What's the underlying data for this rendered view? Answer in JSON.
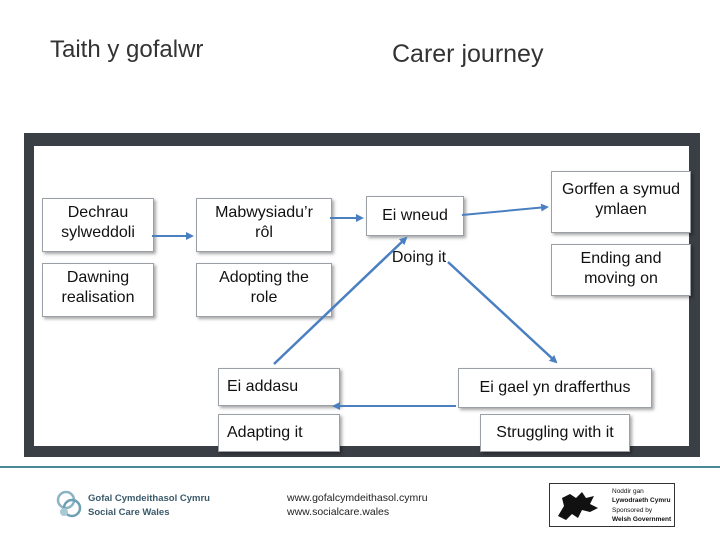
{
  "header": {
    "title_welsh": "Taith y gofalwr",
    "title_english": "Carer journey"
  },
  "stages": {
    "dawning": {
      "welsh": "Dechrau sylweddoli",
      "english": "Dawning realisation"
    },
    "adopting": {
      "welsh": "Mabwysiadu’r rôl",
      "english": "Adopting the role"
    },
    "doing": {
      "welsh": "Ei wneud",
      "english": "Doing it"
    },
    "ending": {
      "welsh": "Gorffen a symud ymlaen",
      "english": "Ending and moving on"
    },
    "adapting": {
      "welsh": "Ei addasu",
      "english": "Adapting it"
    },
    "struggling": {
      "welsh": "Ei gael yn drafferthus",
      "english": "Struggling with it"
    }
  },
  "footer": {
    "url_welsh": "www.gofalcymdeithasol.cymru",
    "url_english": "www.socialcare.wales",
    "logo_line1": "Gofal Cymdeithasol Cymru",
    "logo_line2": "Social Care Wales",
    "gov_line1": "Noddir gan",
    "gov_line2": "Lywodraeth Cymru",
    "gov_line3": "Sponsored by",
    "gov_line4": "Welsh Government"
  },
  "colors": {
    "frame": "#3a3f45",
    "arrow": "#4a7fc1",
    "divider": "#4a8a96"
  }
}
